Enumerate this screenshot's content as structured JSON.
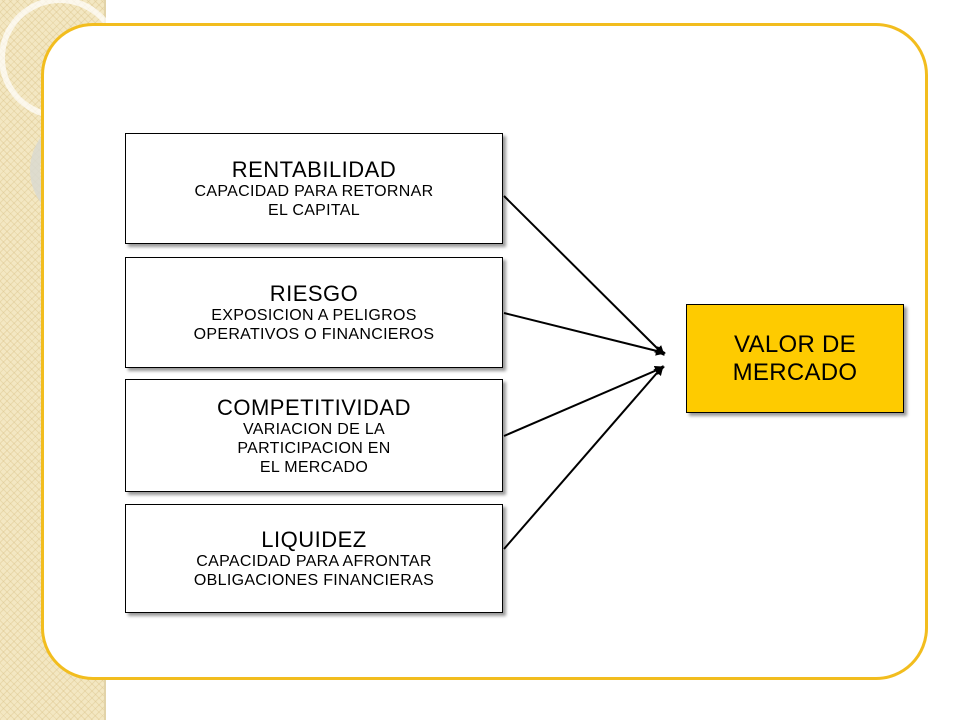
{
  "diagram": {
    "inputs": [
      {
        "id": "rentabilidad",
        "title": "RENTABILIDAD",
        "description": "CAPACIDAD PARA RETORNAR\nEL CAPITAL"
      },
      {
        "id": "riesgo",
        "title": "RIESGO",
        "description": "EXPOSICION A PELIGROS\nOPERATIVOS O FINANCIEROS"
      },
      {
        "id": "competitividad",
        "title": "COMPETITIVIDAD",
        "description": "VARIACION DE LA\nPARTICIPACION EN\nEL MERCADO"
      },
      {
        "id": "liquidez",
        "title": "LIQUIDEZ",
        "description": "CAPACIDAD PARA AFRONTAR\nOBLIGACIONES FINANCIERAS"
      }
    ],
    "output": {
      "label": "VALOR DE\nMERCADO"
    },
    "edges": [
      {
        "from": "rentabilidad",
        "to": "output"
      },
      {
        "from": "riesgo",
        "to": "output"
      },
      {
        "from": "competitividad",
        "to": "output"
      },
      {
        "from": "liquidez",
        "to": "output"
      }
    ]
  },
  "colors": {
    "frame": "#f2bd1e",
    "output_fill": "#fecb00",
    "strip": "#f3e7c2"
  }
}
